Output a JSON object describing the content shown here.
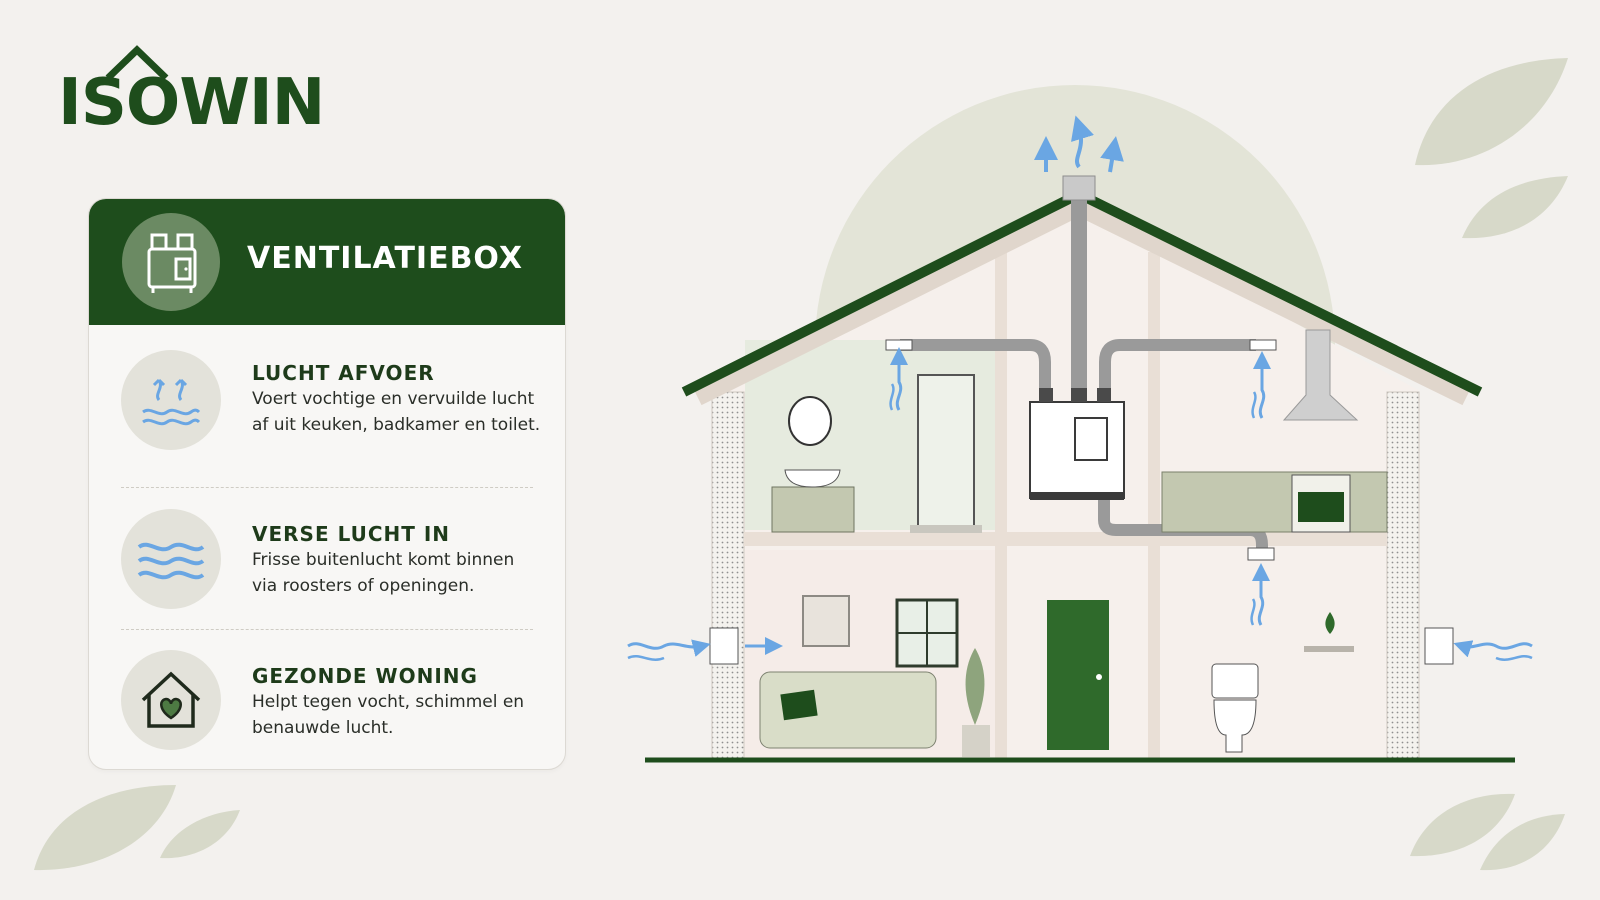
{
  "logo": {
    "text": "ISOWIN"
  },
  "card": {
    "title": "VENTILATIEBOX",
    "items": [
      {
        "title": "LUCHT AFVOER",
        "description": "Voert vochtige en vervuilde lucht af uit keuken, badkamer en toilet.",
        "icon": "exhaust-air-icon"
      },
      {
        "title": "VERSE LUCHT IN",
        "description": "Frisse buitenlucht komt binnen via roosters of openingen.",
        "icon": "fresh-air-waves-icon"
      },
      {
        "title": "GEZONDE WONING",
        "description": "Helpt tegen vocht, schimmel en benauwde lucht.",
        "icon": "house-heart-icon"
      }
    ]
  },
  "colors": {
    "brand_green": "#1e4d1c",
    "air_blue": "#6aa6e3",
    "background": "#f3f1ee",
    "leaf": "#d7d9c9",
    "wall_light": "#f4eeea",
    "duct_gray": "#9a9a9a"
  }
}
